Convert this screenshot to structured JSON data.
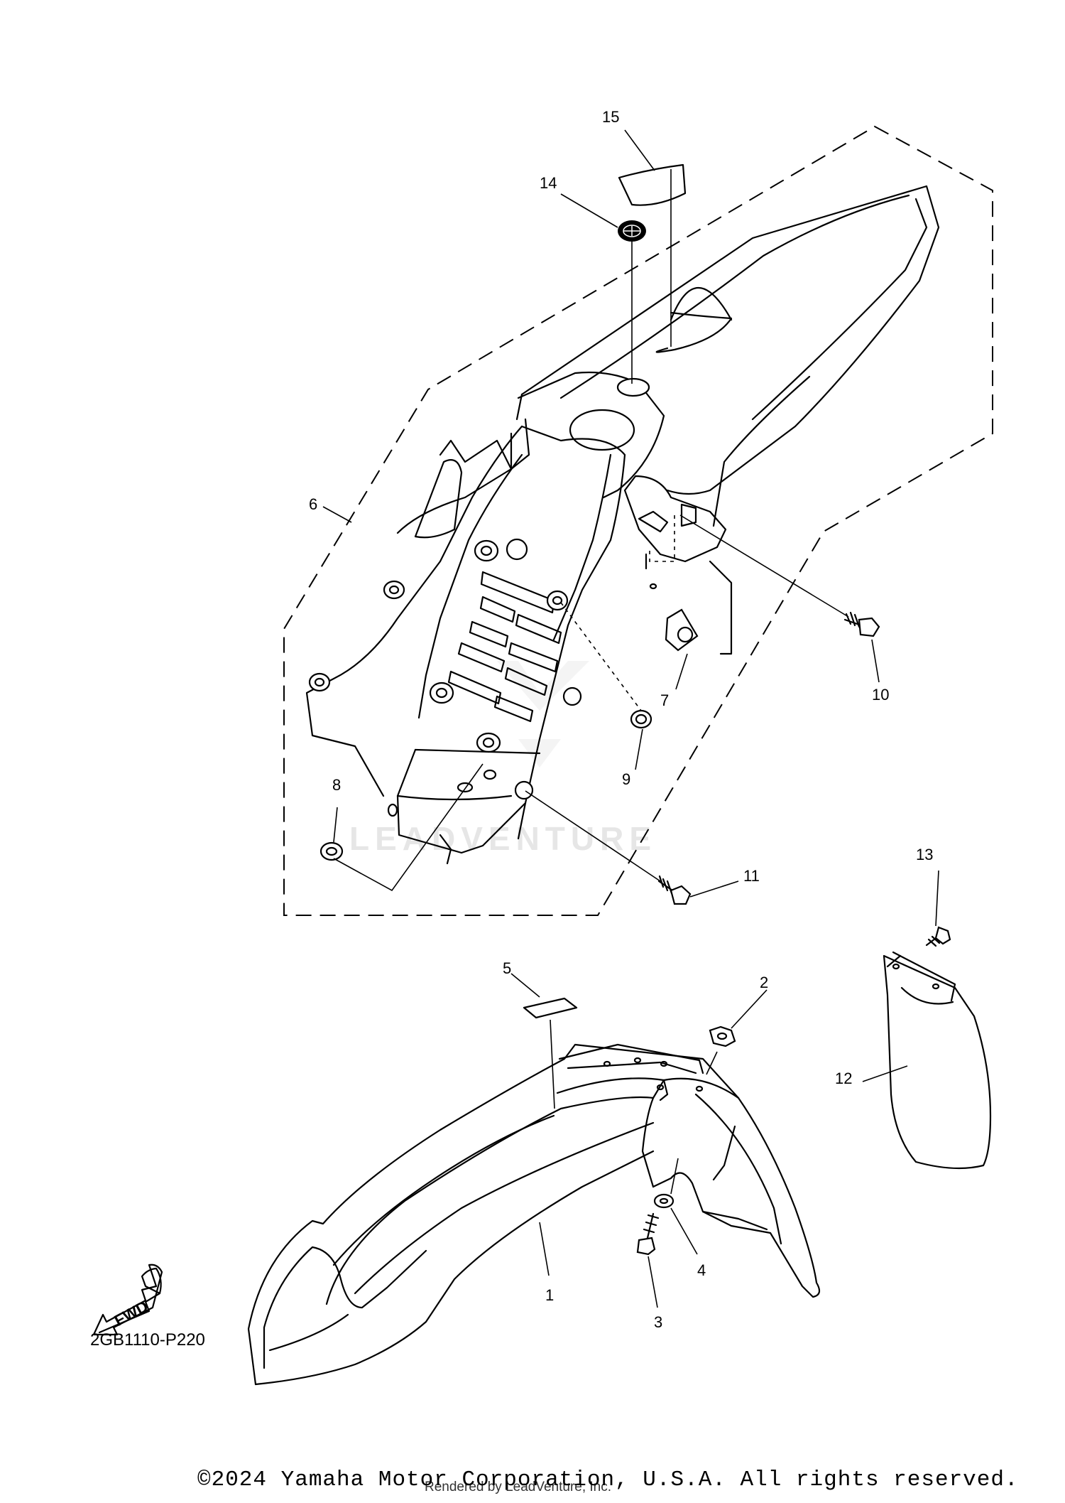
{
  "callouts": {
    "c1": "1",
    "c2": "2",
    "c3": "3",
    "c4": "4",
    "c5": "5",
    "c6": "6",
    "c7": "7",
    "c8": "8",
    "c9": "9",
    "c10": "10",
    "c11": "11",
    "c12": "12",
    "c13": "13",
    "c14": "14",
    "c15": "15"
  },
  "fwd_label": "FWD",
  "diagram_code": "2GB1110-P220",
  "watermark": "LEADVENTURE",
  "footer": {
    "copyright": "©2024 Yamaha Motor Corporation, U.S.A. All rights reserved.",
    "rendered_by": "Rendered by LeadVenture, Inc."
  },
  "colors": {
    "line": "#000000",
    "background": "#ffffff",
    "watermark": "#e6e6e6"
  }
}
